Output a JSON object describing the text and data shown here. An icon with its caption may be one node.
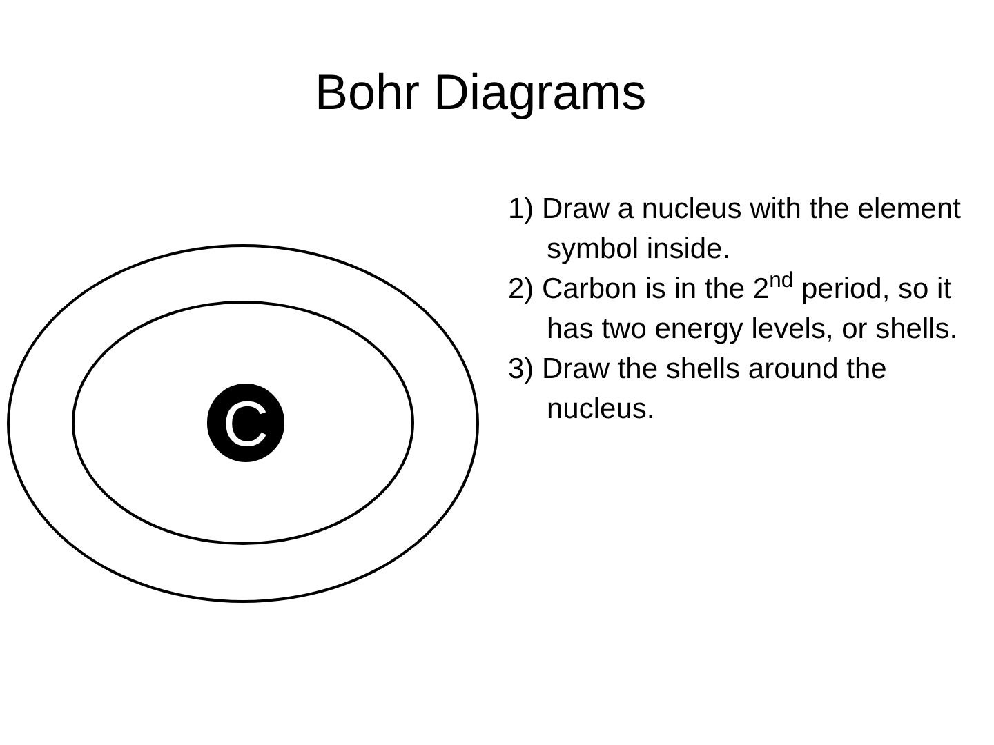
{
  "diagram": {
    "title": "Bohr Diagrams",
    "nodes": [
      {
        "text": [],
        "shape": "circle"
      },
      {
        "text": [],
        "shape": "circle",
        "in": 0
      },
      {
        "text": [
          "C"
        ],
        "in": 1
      }
    ],
    "labels": [
      "1) Draw a nucleus with the element symbol inside.",
      "2) Carbon is in the 2$^{nd}$ period, so it has two energy levels, or shells.",
      "3) Draw the shells around the nucleus."
    ]
  }
}
